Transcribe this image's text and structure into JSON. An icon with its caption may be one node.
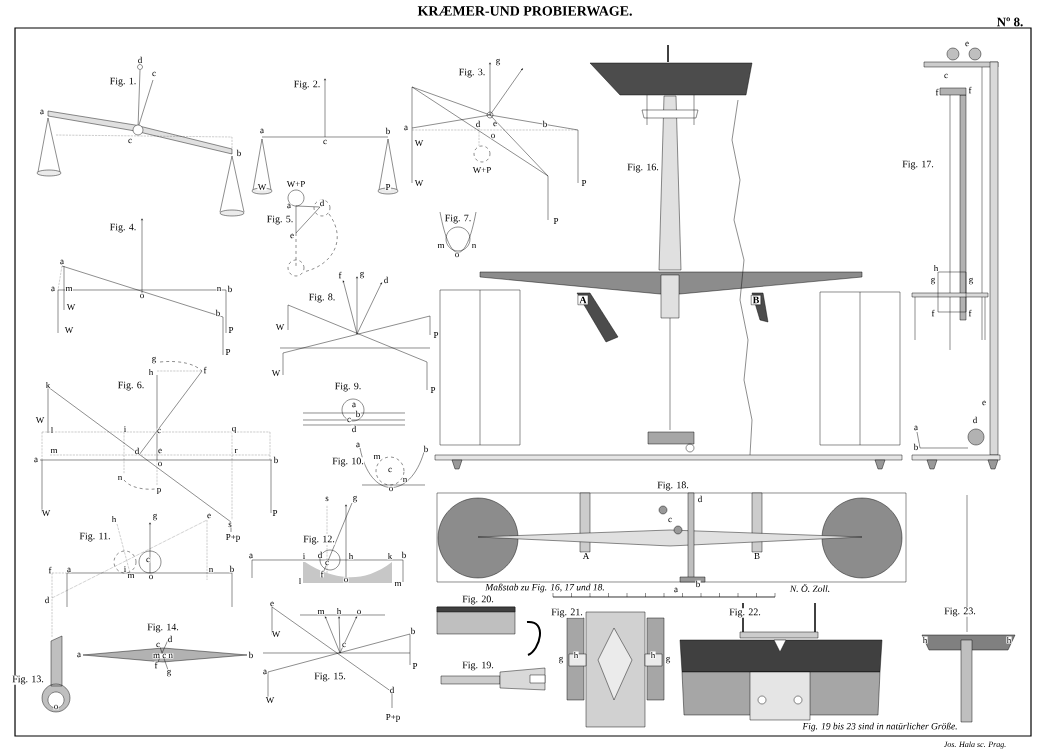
{
  "diagram": {
    "title": "KRÆMER-UND PROBIERWAGE.",
    "labels": [
      "Nº 8.",
      "Fig. 1.",
      "d",
      "c",
      "a",
      "c",
      "b",
      "Fig. 2.",
      "a",
      "c",
      "b",
      "W",
      "P",
      "Fig. 3.",
      "g",
      "a",
      "d",
      "e",
      "o",
      "W",
      "W",
      "W+P",
      "b",
      "P",
      "P",
      "Fig. 4.",
      "a",
      "a",
      "m",
      "o",
      "n",
      "b",
      "b",
      "W",
      "W",
      "P",
      "P",
      "W+P",
      "Fig. 5.",
      "a",
      "d",
      "e",
      "Fig. 7.",
      "m",
      "n",
      "o",
      "Fig. 8.",
      "f",
      "g",
      "d",
      "W",
      "W",
      "P",
      "P",
      "Fig. 6.",
      "g",
      "h",
      "f",
      "k",
      "W",
      "l",
      "i",
      "c",
      "q",
      "m",
      "d",
      "e",
      "r",
      "a",
      "o",
      "b",
      "n",
      "p",
      "W",
      "P",
      "s",
      "P+p",
      "Fig. 9.",
      "a",
      "b",
      "c",
      "d",
      "Fig. 10.",
      "a",
      "b",
      "m",
      "c",
      "n",
      "o",
      "Fig. 11.",
      "h",
      "g",
      "c",
      "e",
      "f",
      "a",
      "i",
      "m",
      "o",
      "n",
      "b",
      "d",
      "Fig. 12.",
      "s",
      "g",
      "a",
      "i",
      "d",
      "c",
      "h",
      "k",
      "b",
      "f",
      "o",
      "l",
      "m",
      "Fig. 13.",
      "o",
      "Fig. 14.",
      "d",
      "c",
      "a",
      "m c n",
      "b",
      "f",
      "g",
      "e",
      "W",
      "m",
      "h",
      "o",
      "c",
      "b",
      "P",
      "a",
      "W",
      "Fig. 15.",
      "d",
      "P+p",
      "Fig. 16.",
      "A",
      "B",
      "Fig. 17.",
      "e",
      "c",
      "f",
      "f",
      "h",
      "g",
      "g",
      "f",
      "f",
      "e",
      "d",
      "a",
      "b",
      "Fig. 18.",
      "d",
      "c",
      "A",
      "B",
      "b",
      "a",
      "Maßstab zu Fig. 16, 17 und 18.",
      "N. Ö. Zoll.",
      "Fig. 20.",
      "Fig. 19.",
      "Fig. 21.",
      "g",
      "h",
      "h",
      "g",
      "Fig. 22.",
      "Fig. 23.",
      "h",
      "h",
      "Fig. 19 bis 23 sind in natürlicher Größe.",
      "Jos. Hala sc. Prag."
    ]
  }
}
